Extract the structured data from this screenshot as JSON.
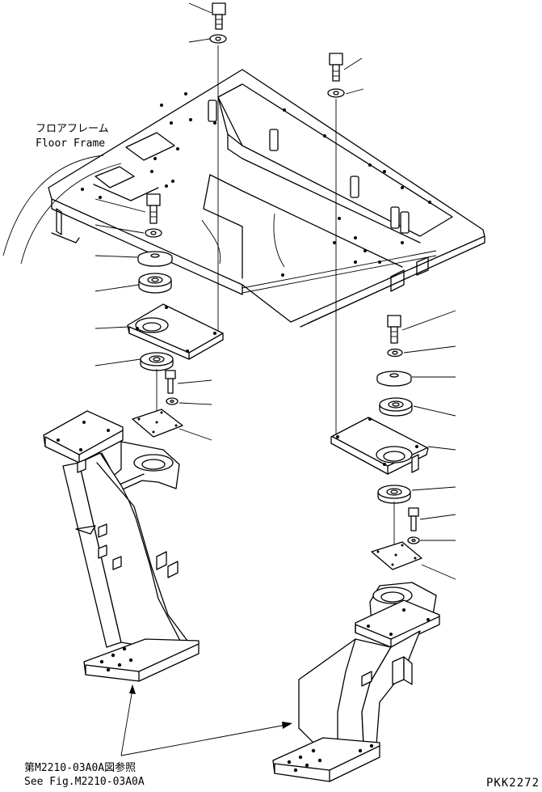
{
  "labels": {
    "floor_frame_jp": "フロアフレーム",
    "floor_frame_en": "Floor Frame",
    "see_fig_jp": "第M2210-03A0A図参照",
    "see_fig_en": "See Fig.M2210-03A0A",
    "drawing_code": "PKK2272"
  }
}
